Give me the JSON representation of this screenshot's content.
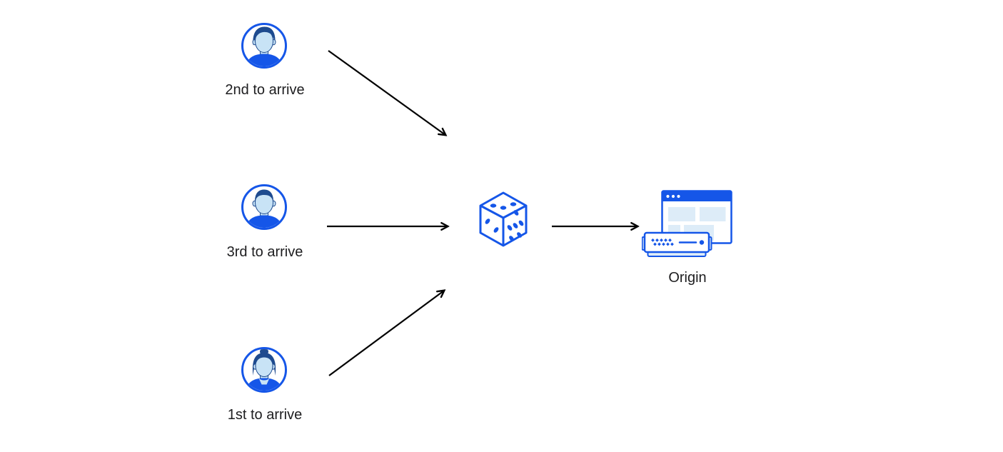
{
  "diagram": {
    "description": "Three clients send requests through a random (dice) selector to an origin server",
    "colors": {
      "primary_blue": "#1556e8",
      "dark_navy": "#1e4b8f",
      "face_blue": "#c8e3f6",
      "pale_blue": "#ddecf8",
      "arrow_black": "#000000",
      "text_color": "#1d1d1f",
      "background": "#ffffff"
    },
    "clients": [
      {
        "id": "second",
        "label": "2nd to arrive",
        "icon": "user-avatar-male-swept-hair-icon"
      },
      {
        "id": "third",
        "label": "3rd to arrive",
        "icon": "user-avatar-male-crop-hair-icon"
      },
      {
        "id": "first",
        "label": "1st to arrive",
        "icon": "user-avatar-female-bun-icon"
      }
    ],
    "selector": {
      "icon": "dice-icon"
    },
    "origin": {
      "label": "Origin",
      "icons": [
        "browser-window-icon",
        "server-icon"
      ]
    }
  }
}
